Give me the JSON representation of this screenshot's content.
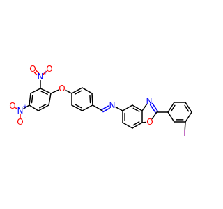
{
  "structure": {
    "atoms": {
      "nitro1_o_top": {
        "symbol": "O",
        "color": "#ff0000"
      },
      "nitro1_o_side": {
        "symbol": "O",
        "charge": "-",
        "color": "#ff0000"
      },
      "nitro1_n": {
        "symbol": "N",
        "charge": "+",
        "color": "#0000ff"
      },
      "nitro2_n": {
        "symbol": "N",
        "charge": "+",
        "color": "#0000ff"
      },
      "nitro2_o_side": {
        "symbol": "O",
        "color": "#ff0000"
      },
      "nitro2_o_bottom": {
        "symbol": "O",
        "charge": "-",
        "color": "#ff0000"
      },
      "ether_o": {
        "symbol": "O",
        "color": "#ff0000"
      },
      "imine_n": {
        "symbol": "N",
        "color": "#0000ff"
      },
      "oxazole_n": {
        "symbol": "N",
        "color": "#0000ff"
      },
      "oxazole_o": {
        "symbol": "O",
        "color": "#ff0000"
      },
      "iodine": {
        "symbol": "I",
        "color": "#940094"
      }
    },
    "colors": {
      "bond": "#000000",
      "nitrogen": "#0000ff",
      "oxygen": "#ff0000",
      "iodine": "#940094"
    }
  }
}
